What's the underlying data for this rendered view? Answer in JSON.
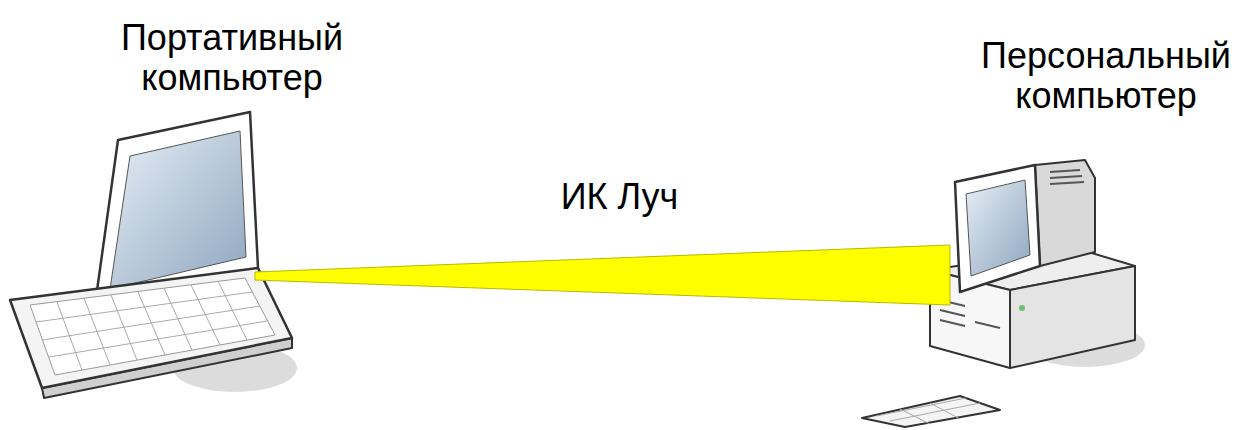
{
  "diagram": {
    "nodes": [
      {
        "text": [
          "Портативный компьютер"
        ]
      },
      {
        "text": [
          "Персональный компьютер"
        ]
      }
    ],
    "edges": [
      {
        "from": 0,
        "to": 1,
        "label": "ИК Луч",
        "arrow": "none"
      }
    ]
  }
}
